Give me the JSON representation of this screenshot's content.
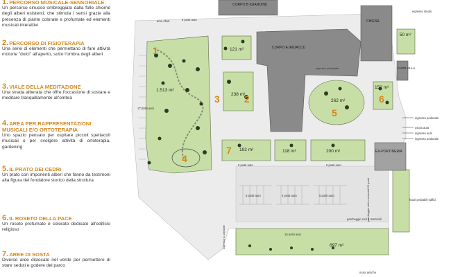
{
  "legend": {
    "items": [
      {
        "number": "1.",
        "title": "PERCORSO MUSICALE-SENSORIALE",
        "body": "Un percorso sinuoso ombreggiato dalla folle chiome degli alberi esistenti, che stimola i sensi grazie alla presenza di piante colorate e profumate ed elementi musicali interattivi"
      },
      {
        "number": "2.",
        "title": "PERCORSO DI FISIOTERAPIA",
        "body": "Una serie di elementi che permettano di fare attività motorie \"dolci\" all'aperto, sotto l'ombra degli alberi"
      },
      {
        "number": "3.",
        "title": "VIALE DELLA MEDITAZIONE",
        "body": "Una strada alberata che offre l'occasione di sostare e meditare tranquillamente all'ombra"
      },
      {
        "number": "4.",
        "title": "AREA PER RAPPRESENTAZIONI MUSICALI E/O ORTOTERAPIA",
        "body": "Uno spazio pensato per ospitare piccoli spettacoli musicali o per svolgere attività di ortoterapia, gardening"
      },
      {
        "number": "5.",
        "title": "IL PRATO DEI CEDRI",
        "body": "Un prato con imponenti alberi che fanno da testimoni alla figura del fondatore storico della struttura"
      },
      {
        "number": "6.",
        "title": "IL ROSETO DELLA PACE",
        "body": "Un roseto profumato e colorato dedicato all'edificio religioso"
      },
      {
        "number": "7.",
        "title": "AREE DI SOSTA",
        "body": "Diverse aree dislocate nel verde per permettere di stare seduti e godere del parco"
      }
    ]
  },
  "map": {
    "buildings": {
      "corpo_b": "CORPO B (GIARDINI)",
      "corpo_a": "CORPO A (RIDACCI)",
      "chiesa": "CHIESA",
      "cappella": "CAPP. ELLA",
      "ex_portineria": "EX-PORTINERIA"
    },
    "areas": {
      "a1": {
        "num": "1",
        "area": "1.513 m²"
      },
      "a2": {
        "num": "2",
        "area": "238 m²"
      },
      "a3": {
        "num": "3"
      },
      "a4": {
        "num": "4"
      },
      "a5": {
        "num": "5",
        "area": "262 m²"
      },
      "a6": {
        "num": "6",
        "area": "152 m²"
      },
      "a7": {
        "num": "7",
        "area": "192 m²"
      },
      "a121": {
        "area": "121 m²"
      },
      "a118": {
        "area": "118 m²"
      },
      "a200": {
        "area": "200 m²"
      },
      "a50": {
        "area": "50 m²"
      },
      "a897": {
        "area": "897 m²"
      }
    },
    "labels": {
      "aree_rifiuti": "aree rifiuti",
      "posti_top": "5 posti auto",
      "posti_17": "17 posti auto",
      "posti_6a": "6 posti auto",
      "posti_6b": "6 posti auto",
      "posti_5a": "5 posti auto",
      "posti_4": "4 posti auto",
      "posti_5b": "5 posti auto",
      "posti_15": "15 posti auto",
      "ingresso_st": "ingresso studio",
      "ingresso_ped": "ingresso pedonale",
      "uscita_auto": "uscita auto",
      "ingresso_auto": "ingresso auto",
      "ingresso_ped2": "ingresso pedonale",
      "parcheggio_cicli": "parcheggio cicli e motocicli",
      "parcheggio_futuri": "parcheggio cicli e motocicli 25 posti",
      "futuri_edifici": "futuri probabili edifici",
      "ingresso_carrabile": "ingresso a carrabile",
      "mura_antiche": "mura antiche",
      "ingresso_principale": "ingresso principale"
    }
  },
  "colors": {
    "title_orange": "#d4881c",
    "grass": "#c7dfa6",
    "building": "#8a8a8a",
    "paving": "#e9e9e9"
  }
}
